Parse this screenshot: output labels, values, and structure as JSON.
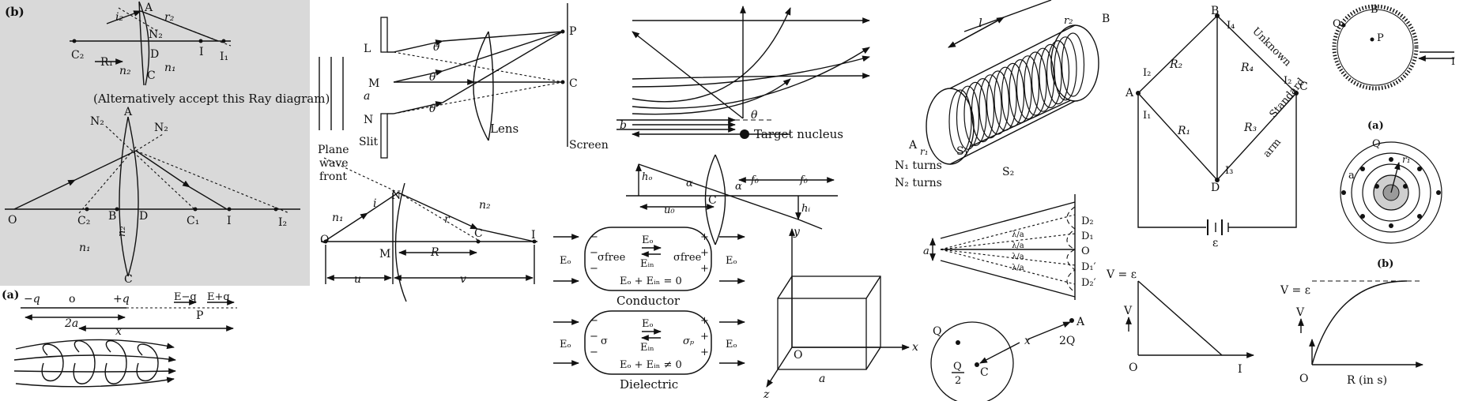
{
  "panel_b_refraction": {
    "label": "(b)",
    "top": {
      "i2": "i₂",
      "A": "A",
      "r2": "r₂",
      "N2": "N₂",
      "C2": "C₂",
      "R1": "R₁",
      "D": "D",
      "I": "I",
      "I1": "I₁",
      "n2": "n₂",
      "n1": "n₁",
      "C": "C"
    },
    "note": "(Alternatively accept this Ray diagram)",
    "bottom": {
      "N2a": "N₂",
      "A": "A",
      "N2b": "N₂",
      "O": "O",
      "C2": "C₂",
      "B": "B",
      "D": "D",
      "C1": "C₁",
      "I": "I",
      "I2": "I₂",
      "n1": "n₁",
      "n2": "n₂",
      "C": "C"
    }
  },
  "panel_a_dipole": {
    "label": "(a)",
    "minus_q": "−q",
    "o": "o",
    "plus_q": "+q",
    "E_minus_q": "E−q",
    "E_plus_q": "E+q",
    "two_a": "2a",
    "x": "x",
    "P": "P"
  },
  "diffraction": {
    "plane": "Plane",
    "wave": "wave",
    "front": "front",
    "slit": "Slit",
    "L": "L",
    "M": "M",
    "N": "N",
    "a": "a",
    "theta": "θ",
    "lens": "Lens",
    "P": "P",
    "C": "C",
    "screen": "Screen"
  },
  "refraction_surface": {
    "N": "N",
    "i": "i",
    "r": "r",
    "n1": "n₁",
    "n2": "n₂",
    "O": "O",
    "M": "M",
    "R": "R",
    "C": "C",
    "I": "I",
    "u": "u",
    "v": "v"
  },
  "scattering": {
    "b": "b",
    "theta": "θ",
    "target": "Target nucleus"
  },
  "lens_image": {
    "h_o": "hₒ",
    "alpha1": "α",
    "C": "C",
    "alpha2": "α",
    "f0a": "f₀",
    "f0b": "f₀",
    "u0": "u₀",
    "h_i": "hᵢ"
  },
  "conductor": {
    "E_o_left": "Eₒ",
    "E_o_right": "Eₒ",
    "sigma_free_l": "σfree",
    "sigma_free_r": "σfree",
    "E_o": "Eₒ",
    "E_in": "Eᵢₙ",
    "sum": "Eₒ + Eᵢₙ = 0",
    "caption": "Conductor"
  },
  "dielectric": {
    "E_o_left": "Eₒ",
    "E_o_right": "Eₒ",
    "sigma": "σ",
    "sigma_p": "σₚ",
    "E_o": "Eₒ",
    "E_in": "Eᵢₙ",
    "sum": "Eₒ + Eᵢₙ ≠ 0",
    "caption": "Dielectric"
  },
  "cube": {
    "y": "y",
    "x": "x",
    "z": "z",
    "O": "O",
    "a": "a"
  },
  "solenoid": {
    "l": "l",
    "r2": "r₂",
    "B": "B",
    "A": "A",
    "r1": "r₁",
    "S1": "S₁",
    "S2": "S₂",
    "N1": "N₁ turns",
    "N2": "N₂ turns"
  },
  "double_slit": {
    "a": "a",
    "D2": "D₂",
    "D1": "D₁",
    "O": "O",
    "D1p": "D₁′",
    "D2p": "D₂′",
    "l1": "λ/a",
    "l2": "λ/a",
    "l3": "λ/a",
    "l4": "λ/a"
  },
  "charges": {
    "Q": "Q",
    "x": "x",
    "A": "A",
    "twoQ": "2Q",
    "Qnum": "Q",
    "Qden": "2",
    "C": "C"
  },
  "bridge": {
    "B": "B",
    "A": "A",
    "C": "C",
    "D": "D",
    "I1": "I₁",
    "I2": "I₂",
    "I3": "I₃",
    "I4": "I₄",
    "I2c": "I₂",
    "R1": "R₁",
    "R2": "R₂",
    "R3": "R₃",
    "R4": "R₄",
    "unknown": "Unknown",
    "standard": "Standard",
    "arm": "arm",
    "eps": "ε"
  },
  "graph_vi": {
    "V_eq": "V = ε",
    "V": "V",
    "O": "O",
    "I": "I"
  },
  "graph_vr": {
    "V_eq": "V = ε",
    "V": "V",
    "O": "O",
    "R": "R (in s)"
  },
  "toroid": {
    "B": "B",
    "Q": "Q",
    "P": "P",
    "I": "I",
    "label_a": "(a)"
  },
  "coax": {
    "Q": "Q",
    "a": "a",
    "r1": "r₁",
    "label_b": "(b)"
  }
}
